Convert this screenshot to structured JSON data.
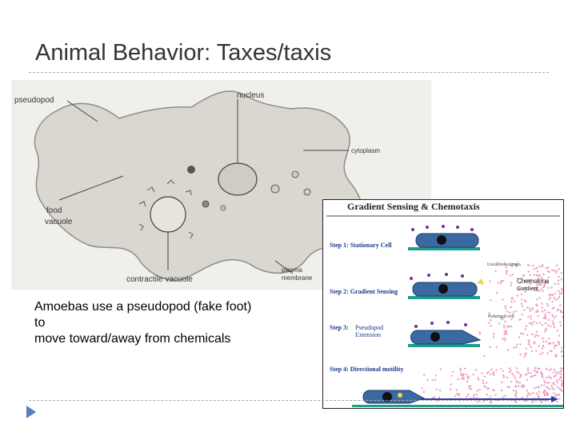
{
  "slide": {
    "title": "Animal Behavior: Taxes/taxis",
    "body_lines": [
      "Amoebas use a pseudopod (fake foot)",
      "to",
      "move toward/away from chemicals"
    ]
  },
  "amoeba_diagram": {
    "labels": {
      "pseudopod": "pseudopod",
      "nucleus": "nucleus",
      "cytoplasm": "cytoplasm",
      "food_vacuole_1": "food",
      "food_vacuole_2": "vacuole",
      "contractile_vacuole": "contractile vacuole",
      "plasma_membrane_1": "plasma",
      "plasma_membrane_2": "membrane"
    }
  },
  "chemotaxis_figure": {
    "title": "Gradient Sensing & Chemotaxis",
    "steps": [
      "Step 1: Stationary Cell",
      "Step 2: Gradient Sensing",
      "Step 3:",
      "Step 4: Directional motility"
    ],
    "step3_detail_1": "Pseudopod",
    "step3_detail_2": "Extension",
    "notes": {
      "localized_signals": "Localized signals",
      "polarized_cell": "Polarized cell",
      "chemokine_1": "Chemokine",
      "chemokine_2": "Gradient"
    }
  },
  "colors": {
    "title": "#333333",
    "cell": "#3b6aa3",
    "gradient": "#ee9cc4",
    "accent": "#5b7fb8",
    "track": "#1e9e8e"
  },
  "icons": {
    "bullet": "triangle-arrow-icon"
  }
}
